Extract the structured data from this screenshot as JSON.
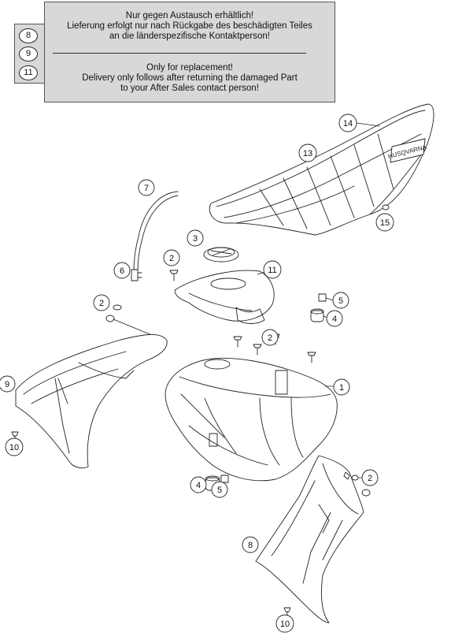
{
  "notice": {
    "de_lines": [
      "Nur gegen Austausch erhältlich!",
      "Lieferung erfolgt nur nach Rückgabe des beschädigten Teiles",
      "an die länderspezifische Kontaktperson!"
    ],
    "en_lines": [
      "Only for replacement!",
      "Delivery only follows after returning the damaged Part",
      "to your After Sales contact person!"
    ],
    "legend_numbers": [
      "8",
      "9",
      "11"
    ]
  },
  "callouts": [
    {
      "id": "c14",
      "label": "14"
    },
    {
      "id": "c13",
      "label": "13"
    },
    {
      "id": "c7",
      "label": "7"
    },
    {
      "id": "c15",
      "label": "15"
    },
    {
      "id": "c3",
      "label": "3"
    },
    {
      "id": "c2a",
      "label": "2"
    },
    {
      "id": "c6",
      "label": "6"
    },
    {
      "id": "c11",
      "label": "11"
    },
    {
      "id": "c2b",
      "label": "2"
    },
    {
      "id": "c5a",
      "label": "5"
    },
    {
      "id": "c4a",
      "label": "4"
    },
    {
      "id": "c2c",
      "label": "2"
    },
    {
      "id": "c9",
      "label": "9"
    },
    {
      "id": "c1",
      "label": "1"
    },
    {
      "id": "c10a",
      "label": "10"
    },
    {
      "id": "c4b",
      "label": "4"
    },
    {
      "id": "c5b",
      "label": "5"
    },
    {
      "id": "c2d",
      "label": "2"
    },
    {
      "id": "c8",
      "label": "8"
    },
    {
      "id": "c10b",
      "label": "10"
    }
  ],
  "seat_brand": "HUSQVARNA"
}
